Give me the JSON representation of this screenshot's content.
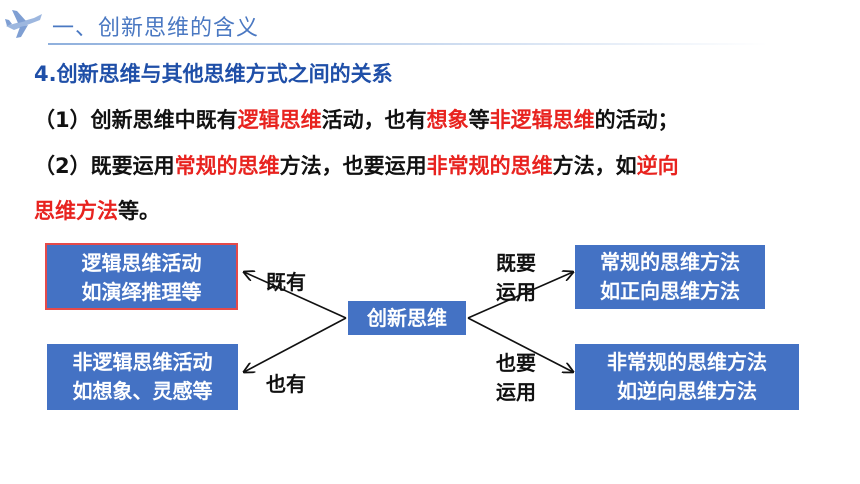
{
  "header": {
    "title": "一、创新思维的含义"
  },
  "section": {
    "title": "4.创新思维与其他思维方式之间的关系"
  },
  "point1": {
    "p1": "（1）创新思维中既有",
    "r1": "逻辑思维",
    "p2": "活动，也有",
    "r2": "想象",
    "p3": "等",
    "r3": "非逻辑思维",
    "p4": "的活动；"
  },
  "point2": {
    "p1": "（2）既要运用",
    "r1": "常规的思维",
    "p2": "方法，也要运用",
    "r2": "非常规的思维",
    "p3": "方法，如",
    "r3": "逆向",
    "r4": "思维方法",
    "p4": "等。"
  },
  "diagram": {
    "center": "创新思维",
    "left_top": {
      "line1": "逻辑思维活动",
      "line2": "如演绎推理等"
    },
    "left_bottom": {
      "line1": "非逻辑思维活动",
      "line2": "如想象、灵感等"
    },
    "right_top": {
      "line1": "常规的思维方法",
      "line2": "如正向思维方法"
    },
    "right_bottom": {
      "line1": "非常规的思维方法",
      "line2": "如逆向思维方法"
    },
    "label_left_top": "既有",
    "label_left_bottom": "也有",
    "label_right_top": {
      "line1": "既要",
      "line2": "运用"
    },
    "label_right_bottom": {
      "line1": "也要",
      "line2": "运用"
    }
  },
  "colors": {
    "box": "#4472c4",
    "highlight": "#e8231f",
    "title": "#1f4fa8",
    "header": "#4a78c2"
  }
}
